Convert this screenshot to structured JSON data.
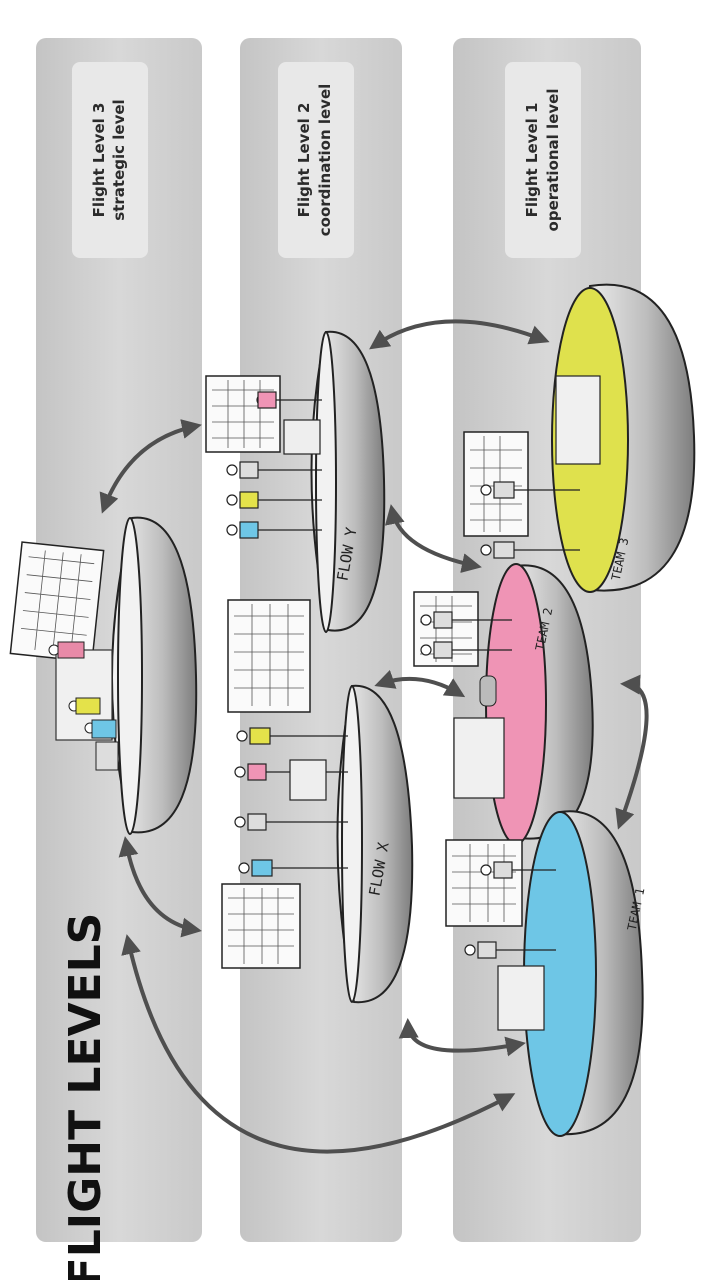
{
  "title": "FLIGHT LEVELS",
  "levels": [
    {
      "line1": "Flight Level 3",
      "line2": "strategic level"
    },
    {
      "line1": "Flight Level 2",
      "line2": "coordination level"
    },
    {
      "line1": "Flight Level 1",
      "line2": "operational level"
    }
  ],
  "flows": {
    "x": "FLOW X",
    "y": "FLOW Y"
  },
  "teams": {
    "t1": "TEAM 1",
    "t2": "TEAM 2",
    "t3": "TEAM 3"
  },
  "colors": {
    "band": "#d2d2d2",
    "band_dark": "#b9b9b9",
    "label_box": "#e6e6e6",
    "team1": "#6ec6e6",
    "team2": "#ef94b5",
    "team3": "#dfe14d",
    "disc": "#eeeeee",
    "disc_rim": "#9a9a9a",
    "arrow": "#4f4f4f",
    "ink": "#222222"
  }
}
